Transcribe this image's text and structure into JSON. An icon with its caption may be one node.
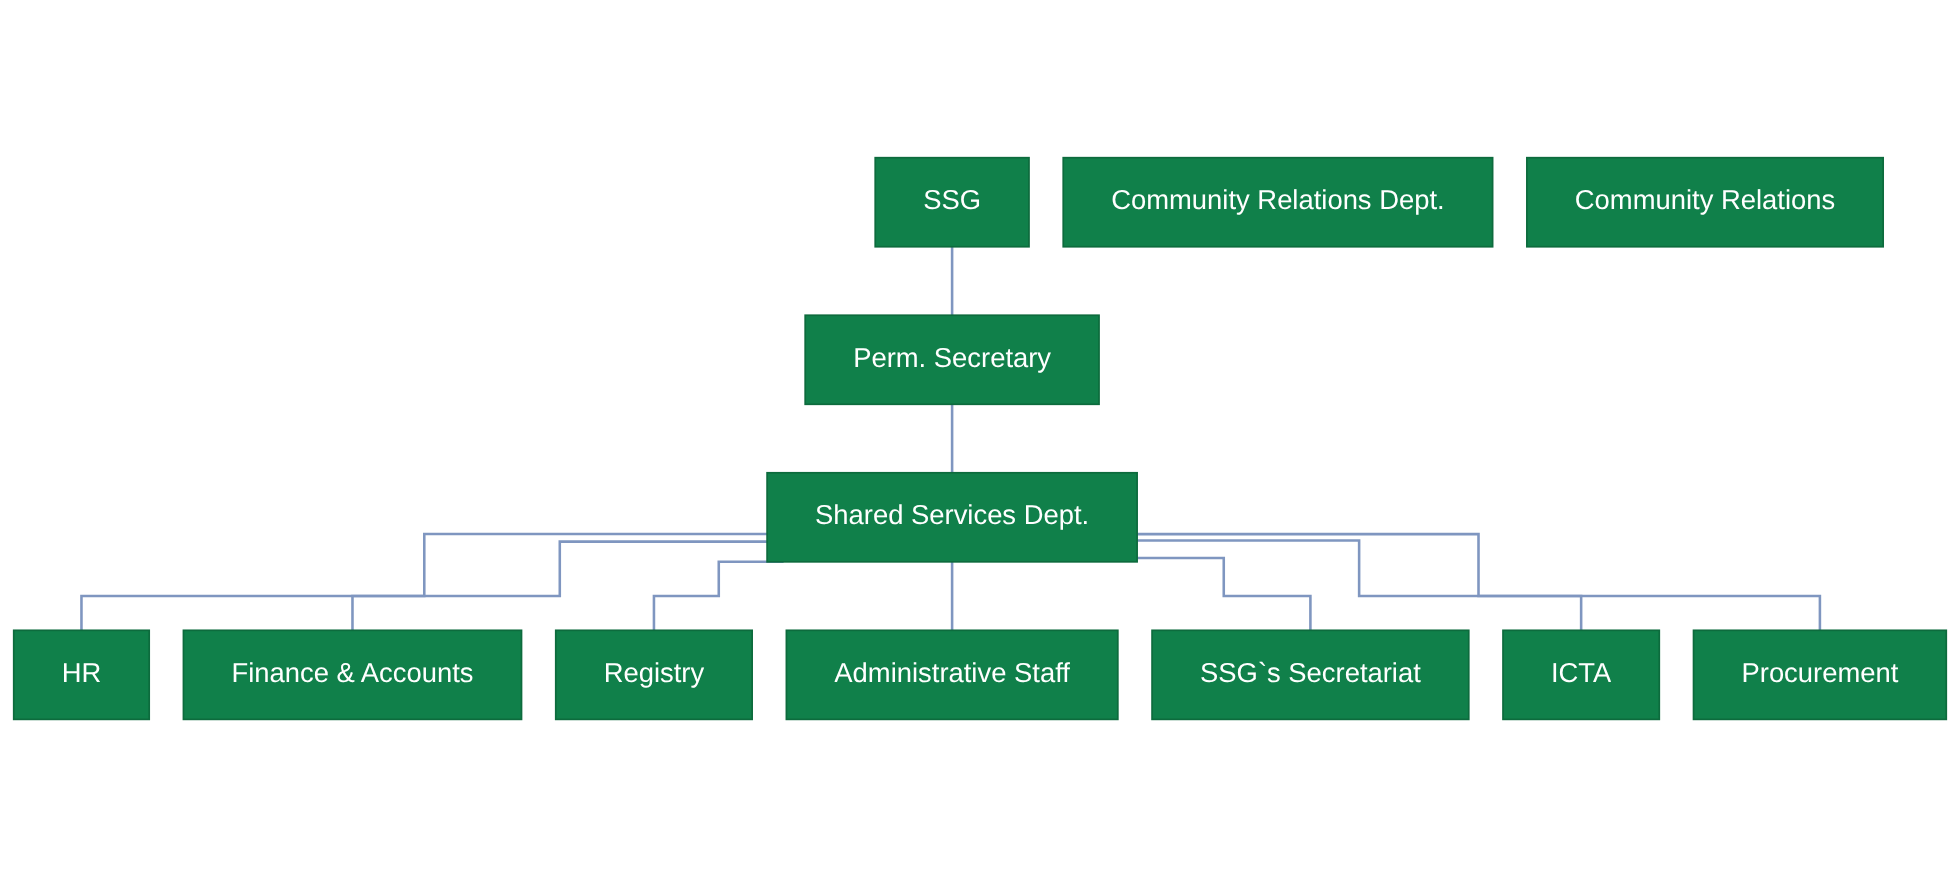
{
  "diagram": {
    "nodes": [
      {
        "text": [
          "SSG"
        ]
      },
      {
        "text": [
          "Perm. Secretary"
        ]
      },
      {
        "text": [
          "Community Relations Dept."
        ]
      },
      {
        "text": [
          "Community Relations"
        ]
      },
      {
        "text": [
          "Shared Services  Dept."
        ]
      },
      {
        "text": [
          "HR"
        ]
      },
      {
        "text": [
          "Finance & Accounts"
        ]
      },
      {
        "text": [
          "Registry"
        ]
      },
      {
        "text": [
          "Administrative Staff"
        ]
      },
      {
        "text": [
          "SSG`s Secretariat"
        ]
      },
      {
        "text": [
          "ICTA"
        ]
      },
      {
        "text": [
          "Procurement"
        ]
      }
    ],
    "edges": [
      {
        "from": 0,
        "to": 1,
        "arrow": "none"
      },
      {
        "from": 1,
        "to": 4,
        "arrow": "none"
      },
      {
        "from": 4,
        "to": 5,
        "arrow": "none"
      },
      {
        "from": 4,
        "to": 6,
        "arrow": "none"
      },
      {
        "from": 4,
        "to": 7,
        "arrow": "none"
      },
      {
        "from": 4,
        "to": 8,
        "arrow": "none"
      },
      {
        "from": 4,
        "to": 9,
        "arrow": "none"
      },
      {
        "from": 4,
        "to": 10,
        "arrow": "none"
      },
      {
        "from": 4,
        "to": 11,
        "arrow": "none"
      }
    ]
  }
}
